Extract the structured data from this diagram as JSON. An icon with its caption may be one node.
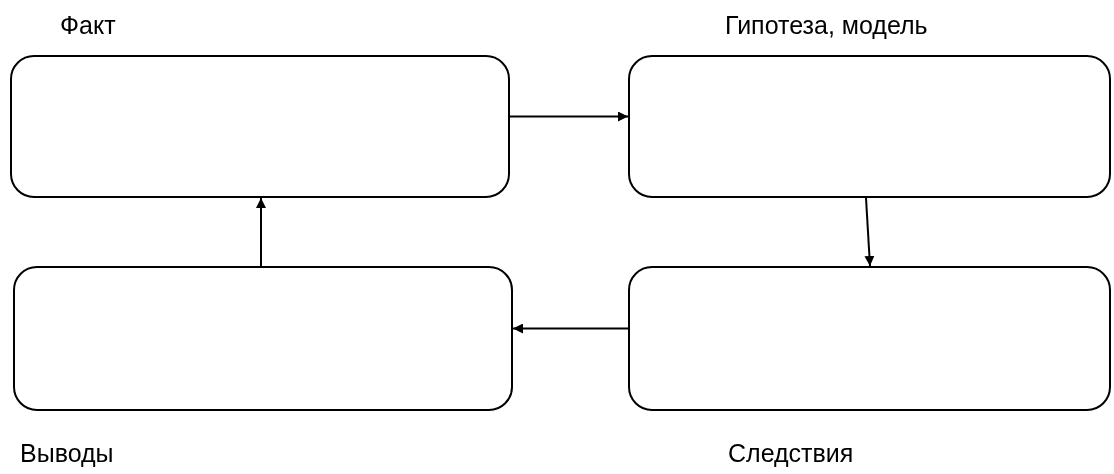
{
  "diagram": {
    "nodes": [
      {
        "text": [
          "Факт"
        ]
      },
      {
        "text": [
          "Гипотеза, модель"
        ]
      },
      {
        "text": [
          "Выводы"
        ]
      },
      {
        "text": [
          "Следствия"
        ]
      }
    ],
    "edges": [
      {
        "from": 0,
        "to": 1,
        "arrow": "to"
      },
      {
        "from": 1,
        "to": 3,
        "arrow": "to"
      },
      {
        "from": 3,
        "to": 2,
        "arrow": "to"
      },
      {
        "from": 2,
        "to": 0,
        "arrow": "to"
      }
    ]
  }
}
